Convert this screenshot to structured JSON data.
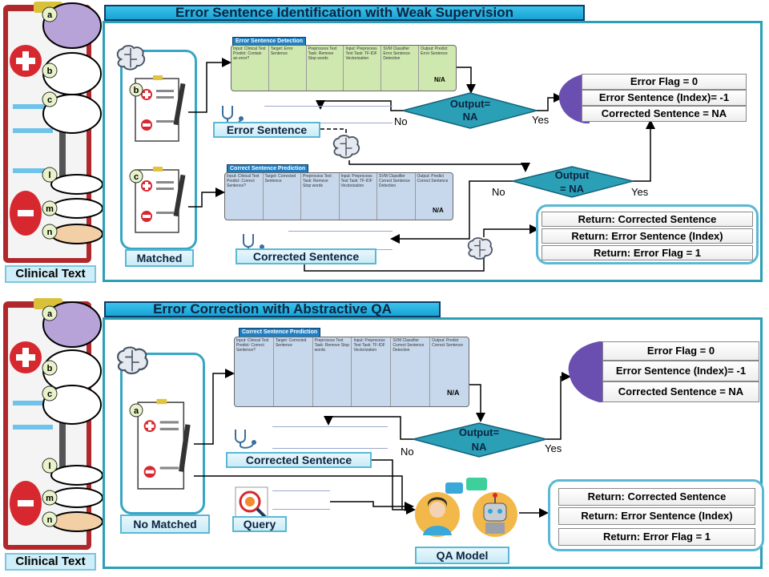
{
  "top": {
    "title": "Error Sentence Identification with Weak Supervision",
    "matched_label": "Matched",
    "doc_b": "b",
    "doc_c": "c",
    "detection_header": "Error Sentence Detection",
    "detection_cells": [
      "Input: Clinical Text Predict: Contain an error?",
      "Target: Error Sentence",
      "Preprocess Text Task: Remove Stop words",
      "Input: Preprocess Text Task: TF-IDF Vectorization",
      "SVM Classifier Error Sentence Detection",
      "Output: Predict Error Sentence"
    ],
    "prediction_header": "Correct Sentence Prediction",
    "prediction_cells": [
      "Input: Clinical Text Predict: Correct Sentence?",
      "Target: Corrected Sentence",
      "Preprocess Text Task: Remove Stop words",
      "Input: Preprocess Text Task: TF-IDF Vectorization",
      "SVM Classifier Correct Sentence Detection",
      "Output: Predict Correct Sentence"
    ],
    "na_text": "N/A",
    "diamond1": [
      "Output=",
      "NA"
    ],
    "diamond2": [
      "Output",
      "= NA"
    ],
    "no1": "No",
    "yes1": "Yes",
    "no2": "No",
    "yes2": "Yes",
    "error_sentence_label": "Error Sentence",
    "corrected_sentence_label": "Corrected Sentence",
    "flags": [
      "Error Flag = 0",
      "Error Sentence (Index)= -1",
      "Corrected Sentence = NA"
    ],
    "returns": [
      "Return: Corrected Sentence",
      "Return: Error Sentence (Index)",
      "Return: Error Flag = 1"
    ]
  },
  "bottom": {
    "title": "Error Correction with Abstractive QA",
    "no_matched_label": "No Matched",
    "doc_a": "a",
    "prediction_header": "Correct Sentence Prediction",
    "prediction_cells": [
      "Input: Clinical Text Predict: Correct Sentence?",
      "Target: Corrected Sentence",
      "Preprocess Text Task: Remove Stop words",
      "Input: Preprocess Text Task: TF-IDF Vectorization",
      "SVM Classifier Correct Sentence Detection",
      "Output: Predict Correct Sentence"
    ],
    "na_text": "N/A",
    "diamond": [
      "Output=",
      "NA"
    ],
    "no": "No",
    "yes": "Yes",
    "corrected_sentence_label": "Corrected Sentence",
    "query_label": "Query",
    "qa_model_label": "QA Model",
    "flags": [
      "Error Flag = 0",
      "Error Sentence (Index)= -1",
      "Corrected Sentence = NA"
    ],
    "returns": [
      "Return: Corrected Sentence",
      "Return: Error Sentence (Index)",
      "Return: Error Flag = 1"
    ]
  },
  "left": {
    "clinical_text": "Clinical Text",
    "bubbles": [
      "a",
      "b",
      "c",
      "l",
      "m",
      "n"
    ]
  },
  "colors": {
    "title_blue": "#1fb0e0",
    "panel_border": "#2a9fb6",
    "diamond_teal": "#2a9fb6",
    "clipboard_red": "#b0272c",
    "strip_green": "#cfe8b0",
    "strip_blue": "#c7d8ec"
  },
  "icons": [
    "brain-icon",
    "document-icon",
    "stethoscope-icon",
    "qa-person-icon",
    "robot-icon",
    "search-target-icon"
  ]
}
